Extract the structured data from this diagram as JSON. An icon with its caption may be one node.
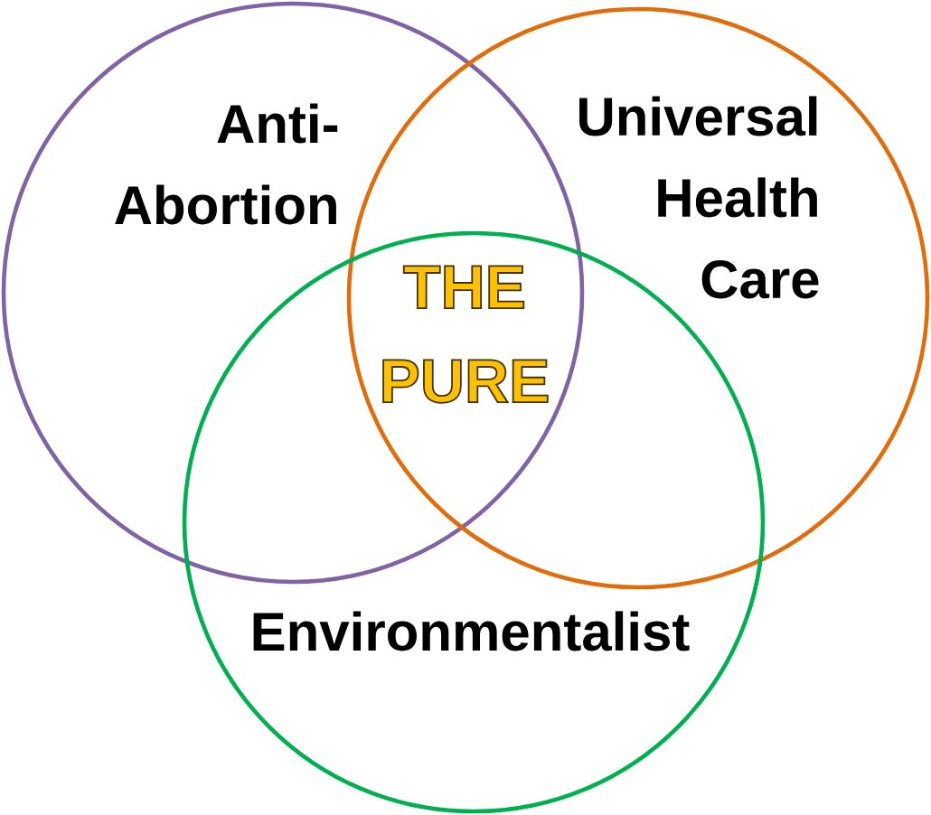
{
  "diagram": {
    "nodes": [
      {
        "text": [
          "Anti-Abortion"
        ]
      },
      {
        "text": [
          "Universal Health Care"
        ]
      },
      {
        "text": [
          "Environmentalist"
        ]
      }
    ],
    "labels": [
      "THE PURE"
    ]
  }
}
